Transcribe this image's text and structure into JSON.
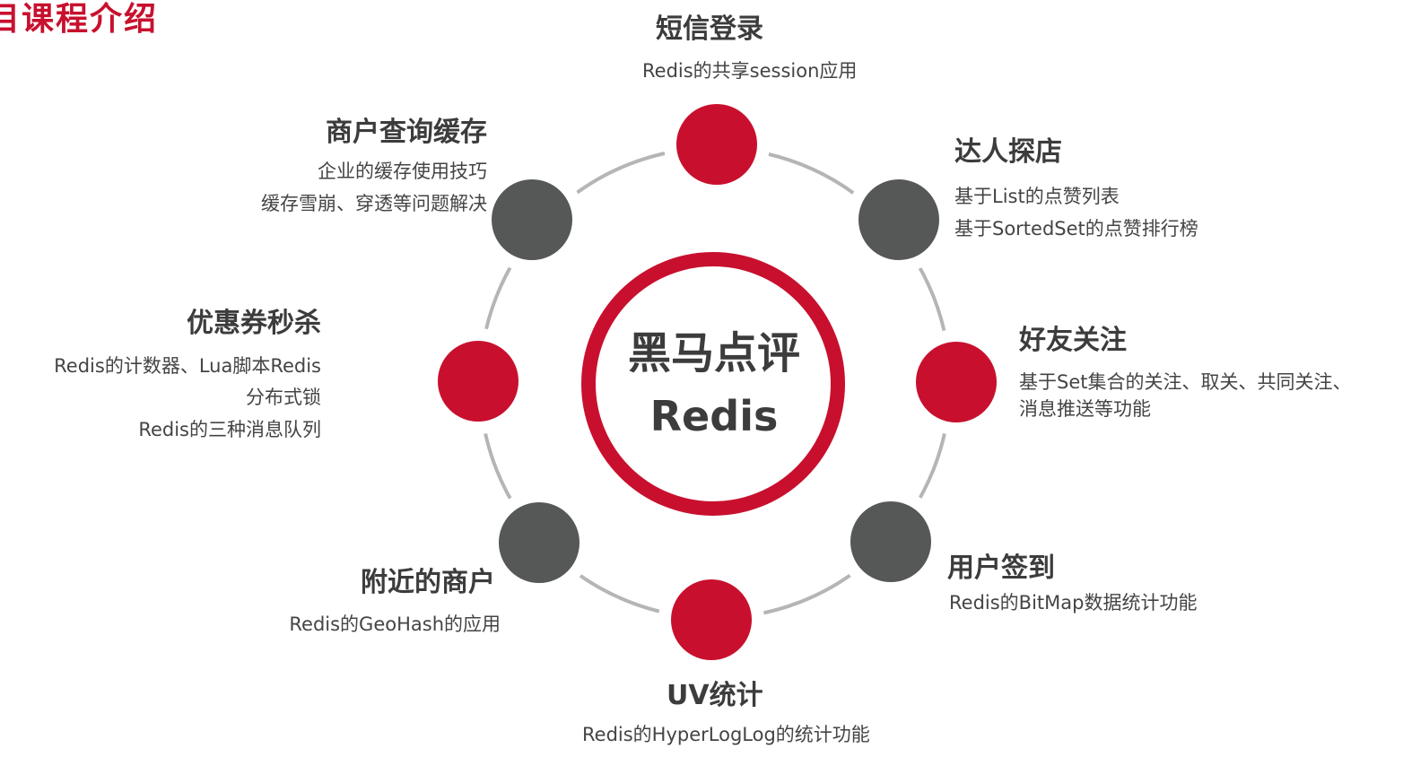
{
  "page": {
    "title": "目课程介绍"
  },
  "center": {
    "line1": "黑马点评",
    "line2": "Redis"
  },
  "colors": {
    "red": "#c8102e",
    "gray": "#555857",
    "ring": "#b5b5b5",
    "text": "#3c3c3c"
  },
  "nodes": {
    "sms_login": {
      "title": "短信登录",
      "lines": [
        "Redis的共享session应用"
      ],
      "color": "red"
    },
    "expert_visit": {
      "title": "达人探店",
      "lines": [
        "基于List的点赞列表",
        "基于SortedSet的点赞排行榜"
      ],
      "color": "gray"
    },
    "friend_follow": {
      "title": "好友关注",
      "lines": [
        "基于Set集合的关注、取关、共同关注、",
        "消息推送等功能"
      ],
      "color": "red"
    },
    "user_signin": {
      "title": "用户签到",
      "lines": [
        "Redis的BitMap数据统计功能"
      ],
      "color": "gray"
    },
    "uv_stats": {
      "title": "UV统计",
      "lines": [
        "Redis的HyperLogLog的统计功能"
      ],
      "color": "red"
    },
    "nearby_shops": {
      "title": "附近的商户",
      "lines": [
        "Redis的GeoHash的应用"
      ],
      "color": "gray"
    },
    "coupon_flash_sale": {
      "title": "优惠券秒杀",
      "lines": [
        "Redis的计数器、Lua脚本Redis",
        "分布式锁",
        "Redis的三种消息队列"
      ],
      "color": "red"
    },
    "shop_cache": {
      "title": "商户查询缓存",
      "lines": [
        "企业的缓存使用技巧",
        "缓存雪崩、穿透等问题解决"
      ],
      "color": "gray"
    }
  }
}
